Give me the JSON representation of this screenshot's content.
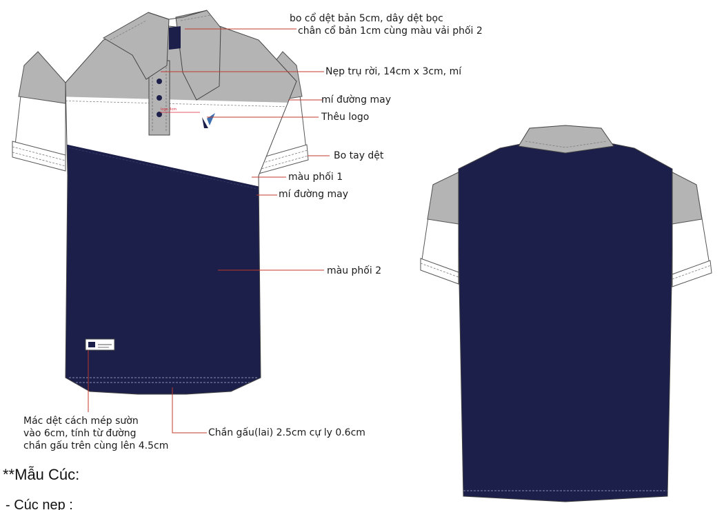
{
  "colors": {
    "navy": "#1c1f4a",
    "gray": "#b4b4b4",
    "white": "#ffffff",
    "leader": "#c0392b"
  },
  "callouts": {
    "collar": [
      "bo cổ dệt bản 5cm, dây dệt bọc",
      "chân cổ bản 1cm cùng màu vải phối 2"
    ],
    "placket": "Nẹp trụ rời, 14cm x 3cm, mí",
    "yoke_seam": "mí đường may",
    "logo": "Thêu logo",
    "sleeve_band": "Bo tay dệt",
    "color1": "màu phối 1",
    "diag_seam": "mí đường may",
    "color2": "màu phối 2",
    "hem": "Chần gấu(lai) 2.5cm cự ly 0.6cm",
    "label": [
      "Mác dệt cách mép sườn",
      "vào 6cm, tính từ đường",
      "chần gấu trên cùng lên 4.5cm"
    ]
  },
  "notes": {
    "buttons_title": "**Mẫu Cúc:",
    "buttons_sub": "- Cúc nẹp :"
  },
  "icons": [
    "logo-embroidery-icon",
    "woven-label-icon"
  ]
}
